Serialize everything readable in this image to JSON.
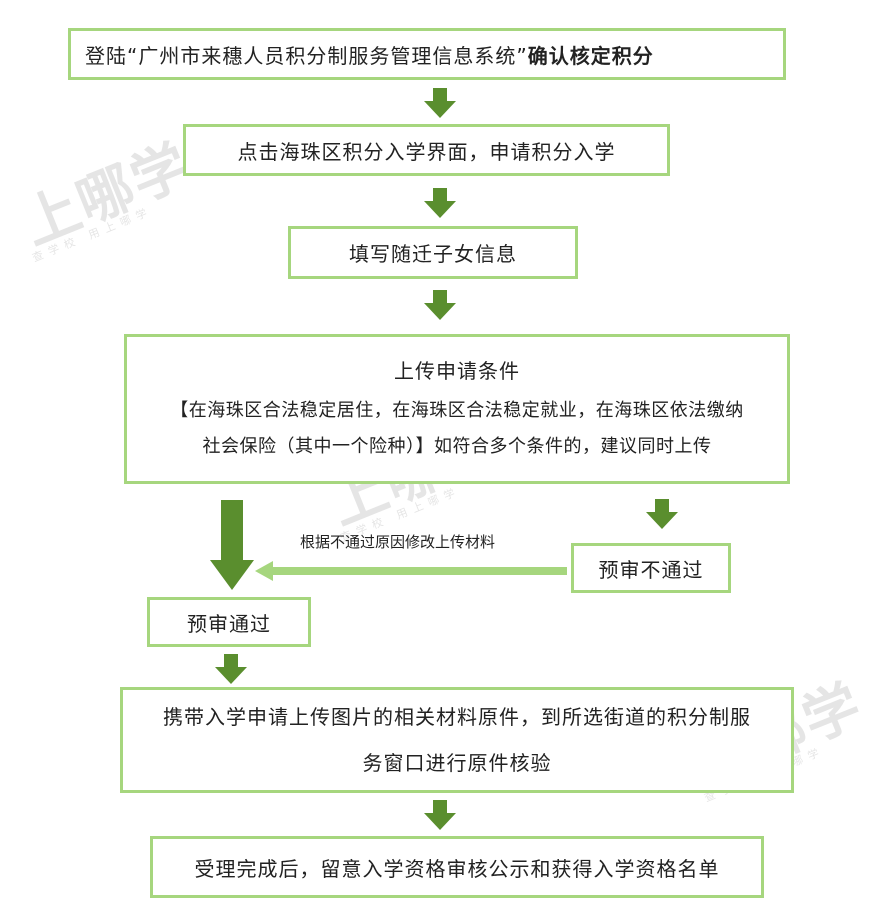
{
  "steps": {
    "login": {
      "text_normal": "登陆“广州市来穗人员积分制服务管理信息系统”",
      "text_bold": "确认核定积分"
    },
    "click": "点击海珠区积分入学界面，申请积分入学",
    "fill": "填写随迁子女信息",
    "upload": {
      "title": "上传申请条件",
      "line1": "【在海珠区合法稳定居住，在海珠区合法稳定就业，在海珠区依法缴纳",
      "line2": "社会保险（其中一个险种）】如符合多个条件的，建议同时上传"
    },
    "pass": "预审通过",
    "fail": "预审不通过",
    "fail_note": "根据不通过原因修改上传材料",
    "verify": {
      "line1": "携带入学申请上传图片的相关材料原件，到所选街道的积分制服",
      "line2": "务窗口进行原件核验"
    },
    "done": "受理完成后，留意入学资格审核公示和获得入学资格名单"
  },
  "watermark": {
    "brand": "上哪学",
    "slogan": "查学校 用上哪学"
  },
  "colors": {
    "border": "#a6d67e",
    "arrow_dark": "#5a8e2e",
    "arrow_light": "#a6d67e"
  }
}
